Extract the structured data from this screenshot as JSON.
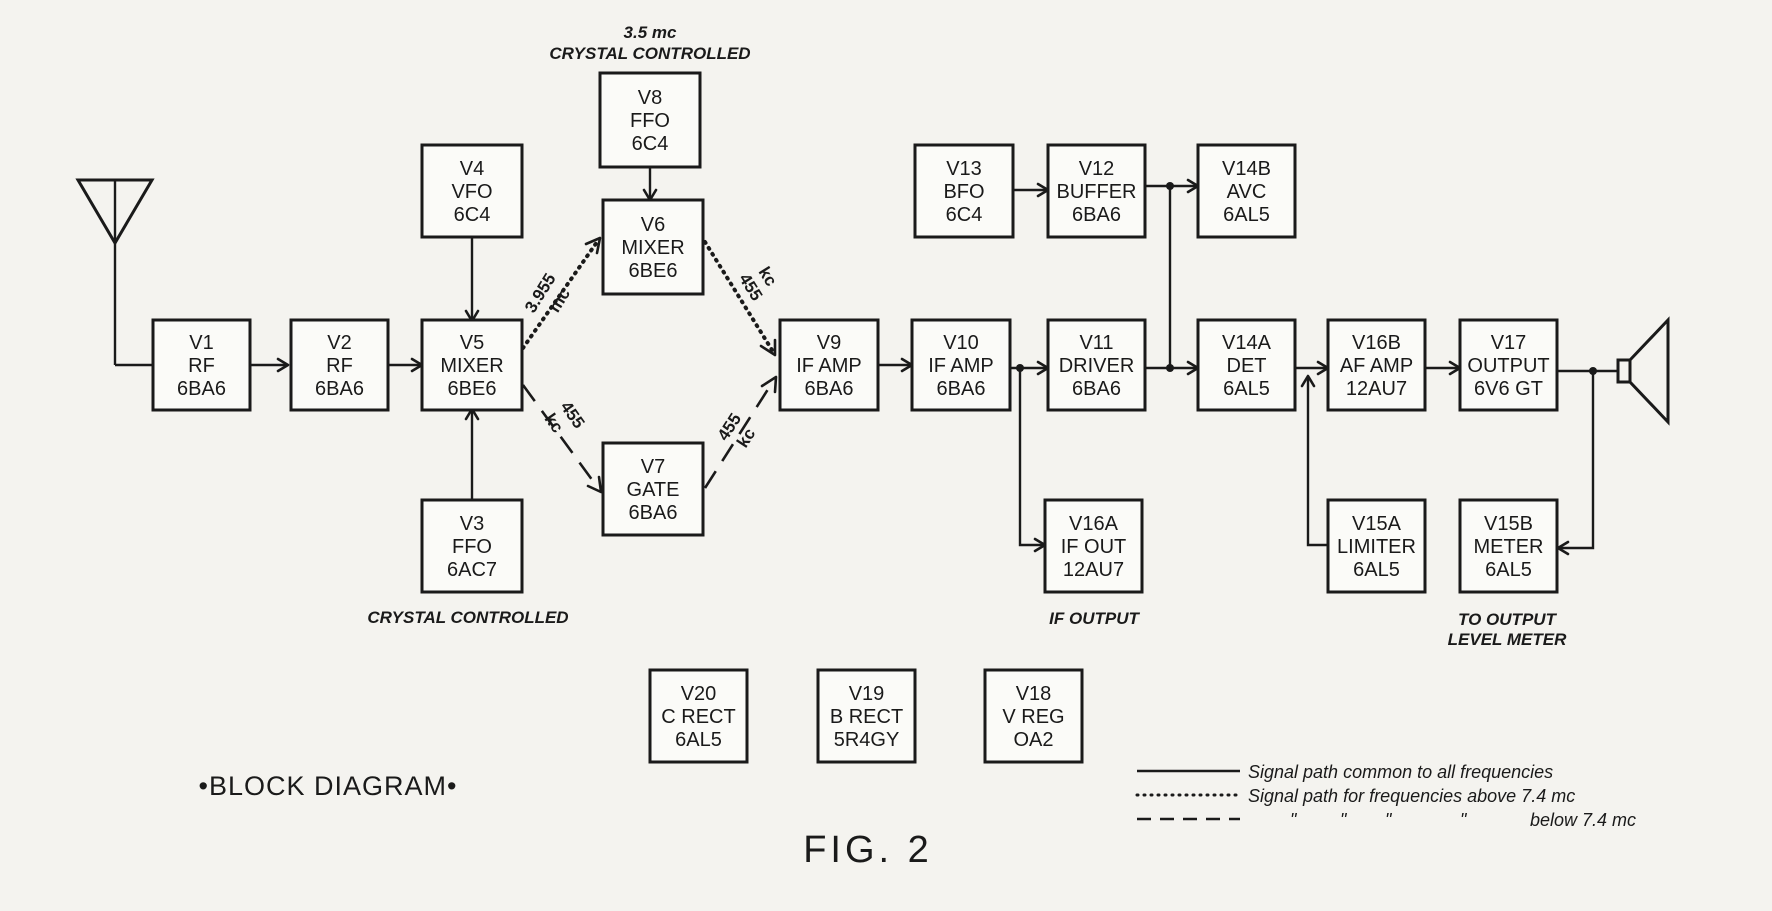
{
  "tubes": {
    "v1": {
      "lines": [
        "V1",
        "RF",
        "6BA6"
      ]
    },
    "v2": {
      "lines": [
        "V2",
        "RF",
        "6BA6"
      ]
    },
    "v3": {
      "lines": [
        "V3",
        "FFO",
        "6AC7"
      ]
    },
    "v4": {
      "lines": [
        "V4",
        "VFO",
        "6C4"
      ]
    },
    "v5": {
      "lines": [
        "V5",
        "MIXER",
        "6BE6"
      ]
    },
    "v6": {
      "lines": [
        "V6",
        "MIXER",
        "6BE6"
      ]
    },
    "v7": {
      "lines": [
        "V7",
        "GATE",
        "6BA6"
      ]
    },
    "v8": {
      "lines": [
        "V8",
        "FFO",
        "6C4"
      ]
    },
    "v9": {
      "lines": [
        "V9",
        "IF AMP",
        "6BA6"
      ]
    },
    "v10": {
      "lines": [
        "V10",
        "IF AMP",
        "6BA6"
      ]
    },
    "v11": {
      "lines": [
        "V11",
        "DRIVER",
        "6BA6"
      ]
    },
    "v12": {
      "lines": [
        "V12",
        "BUFFER",
        "6BA6"
      ]
    },
    "v13": {
      "lines": [
        "V13",
        "BFO",
        "6C4"
      ]
    },
    "v14a": {
      "lines": [
        "V14A",
        "DET",
        "6AL5"
      ]
    },
    "v14b": {
      "lines": [
        "V14B",
        "AVC",
        "6AL5"
      ]
    },
    "v15a": {
      "lines": [
        "V15A",
        "LIMITER",
        "6AL5"
      ]
    },
    "v15b": {
      "lines": [
        "V15B",
        "METER",
        "6AL5"
      ]
    },
    "v16a": {
      "lines": [
        "V16A",
        "IF OUT",
        "12AU7"
      ]
    },
    "v16b": {
      "lines": [
        "V16B",
        "AF AMP",
        "12AU7"
      ]
    },
    "v17": {
      "lines": [
        "V17",
        "OUTPUT",
        "6V6 GT"
      ]
    },
    "v18": {
      "lines": [
        "V18",
        "V REG",
        "OA2"
      ]
    },
    "v19": {
      "lines": [
        "V19",
        "B RECT",
        "5R4GY"
      ]
    },
    "v20": {
      "lines": [
        "V20",
        "C RECT",
        "6AL5"
      ]
    }
  },
  "notes": {
    "v8_freq": "3.5 mc",
    "v8_crystal": "CRYSTAL CONTROLLED",
    "v3_crystal": "CRYSTAL CONTROLLED",
    "if_output": "IF OUTPUT",
    "meter_line1": "TO OUTPUT",
    "meter_line2": "LEVEL METER"
  },
  "path_labels": {
    "mixer_to_v6_top": "3.955",
    "mixer_to_v6_bottom": "mc",
    "v6_to_if_top": "455",
    "v6_to_if_bottom": "kc",
    "mixer_to_gate_top": "455",
    "mixer_to_gate_bottom": "kc",
    "gate_to_if_top": "455",
    "gate_to_if_bottom": "kc"
  },
  "legend": {
    "solid": "Signal path common to all frequencies",
    "dotted": "Signal path for frequencies above 7.4 mc",
    "dashed_marks": [
      "\"",
      "\"",
      "\"",
      "\""
    ],
    "dashed_end": "below 7.4 mc"
  },
  "title": "•BLOCK DIAGRAM•",
  "figure": "FIG. 2"
}
